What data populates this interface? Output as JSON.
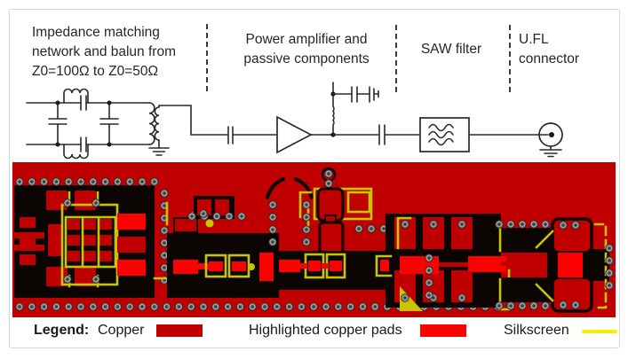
{
  "sections": [
    {
      "label": "Impedance matching network and balun from Z0=100Ω to Z0=50Ω"
    },
    {
      "label": "Power amplifier and passive components"
    },
    {
      "label": "SAW filter"
    },
    {
      "label": "U.FL connector"
    }
  ],
  "legend": {
    "title": "Legend:",
    "items": [
      {
        "label": "Copper",
        "swatch": "copper"
      },
      {
        "label": "Highlighted copper pads",
        "swatch": "highlighted"
      },
      {
        "label": "Silkscreen",
        "swatch": "silkscreen-line"
      }
    ]
  },
  "colors": {
    "copper": "#C00000",
    "highlighted": "#FF0000",
    "silkscreen": "#C8C400",
    "legend_silkscreen": "#F2F200",
    "board_black": "#0B0503",
    "via": "#9A9A9A",
    "via_hole": "#3C3C3C"
  },
  "icons": {
    "amplifier": "amplifier-triangle",
    "saw_filter": "filter-waves",
    "connector": "coax-connector"
  }
}
